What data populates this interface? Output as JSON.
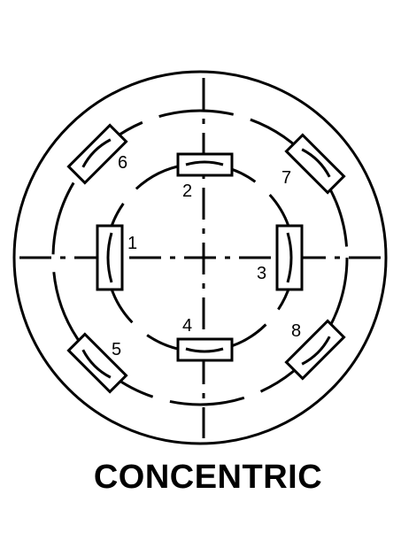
{
  "caption": "CONCENTRIC",
  "pins": [
    {
      "id": "pin-1",
      "label": "1"
    },
    {
      "id": "pin-2",
      "label": "2"
    },
    {
      "id": "pin-3",
      "label": "3"
    },
    {
      "id": "pin-4",
      "label": "4"
    },
    {
      "id": "pin-5",
      "label": "5"
    },
    {
      "id": "pin-6",
      "label": "6"
    },
    {
      "id": "pin-7",
      "label": "7"
    },
    {
      "id": "pin-8",
      "label": "8"
    }
  ]
}
